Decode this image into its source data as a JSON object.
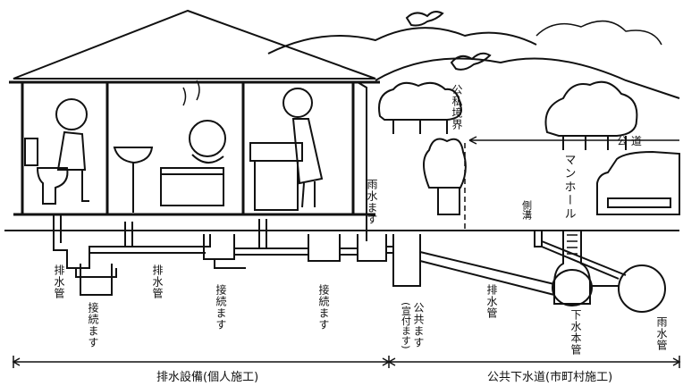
{
  "labels": {
    "drain_pipe_left": "排水管",
    "connection_box_1": "接続ます",
    "drain_pipe_mid": "排水管",
    "connection_box_2": "接続ます",
    "connection_box_3": "接続ます",
    "rainwater_box": "雨水ます",
    "public_box": "公共ます",
    "public_box_note": "(宣付ます)",
    "drain_pipe_public": "排水管",
    "boundary": "公私境界",
    "road": "公 道",
    "side_ditch": "側溝",
    "manhole": "マンホール",
    "sewer_main": "下水本管",
    "rain_pipe": "雨水管",
    "private_section": "排水設備(個人施工)",
    "public_section": "公共下水道(市町村施工)"
  },
  "colors": {
    "ink": "#111111",
    "paper": "#ffffff"
  }
}
